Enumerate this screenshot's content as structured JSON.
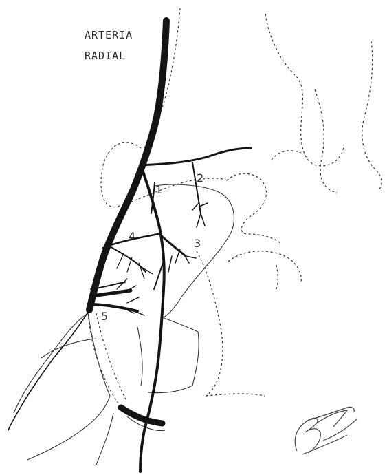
{
  "title": {
    "line1": "ARTERIA",
    "line2": "RADIAL"
  },
  "labels": [
    "1",
    "2",
    "3",
    "4",
    "5"
  ],
  "colors": {
    "ink": "#141414",
    "background": "#ffffff"
  }
}
